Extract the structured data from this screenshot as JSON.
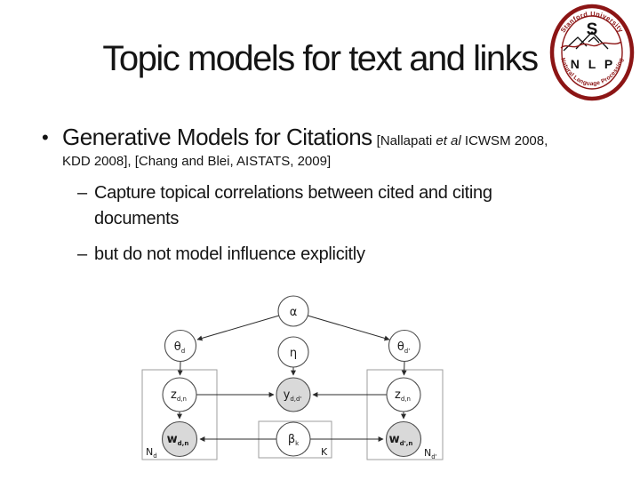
{
  "slide": {
    "title": "Topic models for text and links",
    "bullet_glyph": "•",
    "dash_glyph": "–",
    "bullet1": {
      "main": "Generative Models for Citations",
      "cite_pre": "[Nallapati ",
      "cite_italic": "et al",
      "cite_post": " ICWSM 2008, KDD 2008], [Chang and Blei, AISTATS, 2009]"
    },
    "sub_bullets": [
      "Capture topical correlations between cited and citing documents",
      "but do not model influence explicitly"
    ]
  },
  "logo": {
    "top_text": "Stanford University",
    "bottom_text": "Natural Language Processing",
    "letter_s": "S",
    "nlp_text": "N L P",
    "ring_color": "#8C1515"
  },
  "diagram": {
    "nodes": {
      "alpha": {
        "main": "α",
        "sub": ""
      },
      "theta_d": {
        "main": "θ",
        "sub": "d"
      },
      "eta": {
        "main": "η",
        "sub": ""
      },
      "theta_dprime": {
        "main": "θ",
        "sub": "d'"
      },
      "z_left": {
        "main": "z",
        "sub": "d,n"
      },
      "y_center": {
        "main": "y",
        "sub": "d,d'"
      },
      "z_right": {
        "main": "z",
        "sub": "d,n"
      },
      "w_left": {
        "main": "w",
        "sub": "d,n"
      },
      "beta": {
        "main": "β",
        "sub": "k"
      },
      "w_right": {
        "main": "w",
        "sub": "d',n"
      }
    },
    "plates": {
      "left": {
        "main": "N",
        "sub": "d"
      },
      "center": {
        "main": "K",
        "sub": ""
      },
      "right": {
        "main": "N",
        "sub": "d'"
      }
    }
  },
  "colors": {
    "cardinal": "#8C1515",
    "shaded_node_fill": "#d9d9d9",
    "text": "#141414"
  }
}
